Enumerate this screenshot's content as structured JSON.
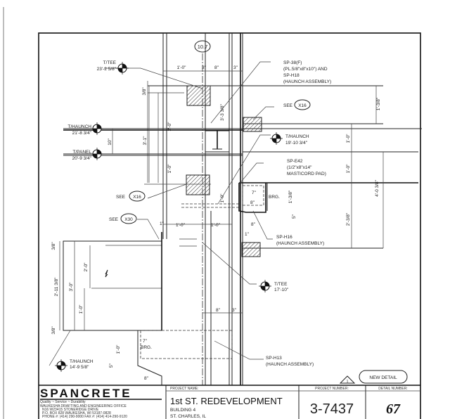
{
  "drawing": {
    "grid_bubble": "10.7",
    "elevations": [
      {
        "label": "T/TEE",
        "value": "23'-2 5/8\""
      },
      {
        "label": "T/HAUNCH",
        "value": "21'-8 3/4\""
      },
      {
        "label": "T/PANEL",
        "value": "20'-9 3/4\""
      },
      {
        "label": "T/HAUNCH",
        "value": "19'-10 3/4\""
      },
      {
        "label": "T/TEE",
        "value": "17'-10\""
      },
      {
        "label": "T/HAUNCH",
        "value": "14'-9 5/8\""
      }
    ],
    "callouts": {
      "sp38": [
        "SP-38(F)",
        "(PL.5/8\"x8\"x10\") AND",
        "SP-H18",
        "(HAUNCH ASSEMBLY)"
      ],
      "see_x16_right": {
        "see": "SEE",
        "ref": "X16"
      },
      "see_x16_left": {
        "see": "SEE",
        "ref": "X16"
      },
      "see_x30": {
        "see": "SEE",
        "ref": "X30"
      },
      "spe42": [
        "SP-E42",
        "(1/2\"x8\"x14\"",
        "MASTICORD PAD)"
      ],
      "sph16": [
        "SP-H16",
        "(HAUNCH ASSEMBLY)"
      ],
      "sph13": [
        "SP-H13",
        "(HAUNCH ASSEMBLY)"
      ],
      "brg": "BRG.",
      "revision": "1",
      "new_detail": "NEW DETAIL"
    },
    "dimensions": {
      "top_1_0": "1'-0\"",
      "top_3a": "3\"",
      "top_8": "8\"",
      "top_3b": "3\"",
      "d_3_8": "3/8\"",
      "d_2_0": "2'-0\"",
      "d_3_1": "3'-1\"",
      "d_10": "10\"",
      "d_1_0a": "1'-0\"",
      "d_3_3_8": "3'-3 3/8\"",
      "d_1_0b": "1'-0\"",
      "r_1_3_8": "1'-3/8\"",
      "r_1_0a": "1'-0\"",
      "r_1_0b": "1'-0\"",
      "r_4_0": "4'-0 3/8\"",
      "r_2_3_8": "2'-3/8\"",
      "m_7": "7\"",
      "m_8a": "8\"",
      "m_1_3_8": "1'-3/8\"",
      "m_5": "5\"",
      "m_8b": "8\"",
      "m_1": "1\"",
      "l_1": "1\"",
      "l_1_0a": "1'-0\"",
      "l_1_0b": "1'-0\"",
      "p_3_8a": "3/8\"",
      "p_2_11": "2'-11 3/8\"",
      "p_3_0": "3'-0\"",
      "p_2_0": "2'-0\"",
      "p_1_0": "1'-0\"",
      "p_3_8b": "3/8\"",
      "b_8": "8\"",
      "b_3": "3\"",
      "h_7": "7\"",
      "h_1_0": "1'-0\"",
      "h_5": "5\"",
      "h_8": "8\""
    }
  },
  "title_block": {
    "logo": "SPANCRETE",
    "tagline": "Quality ~ Service ~ Durability",
    "office": "WAUKESHA DRAFTING AND ENGINEERING OFFICE",
    "address1": "N16 W23415 STONERIDGE DRIVE",
    "address2": "P.O. BOX 828 WAUKESHA, WI 53187-0828",
    "phone": "PHONE #: (414) 290-9000    FAX #: (414) 414-290-9120",
    "project_name_label": "PROJECT NAME:",
    "project_name": "1st ST. REDEVELOPMENT",
    "building": "BUILDING 4",
    "location": "ST. CHARLES, IL",
    "project_number_label": "PROJECT NUMBER:",
    "project_number": "3-7437",
    "detail_number_label": "DETAIL NUMBER:",
    "detail_number": "67"
  }
}
